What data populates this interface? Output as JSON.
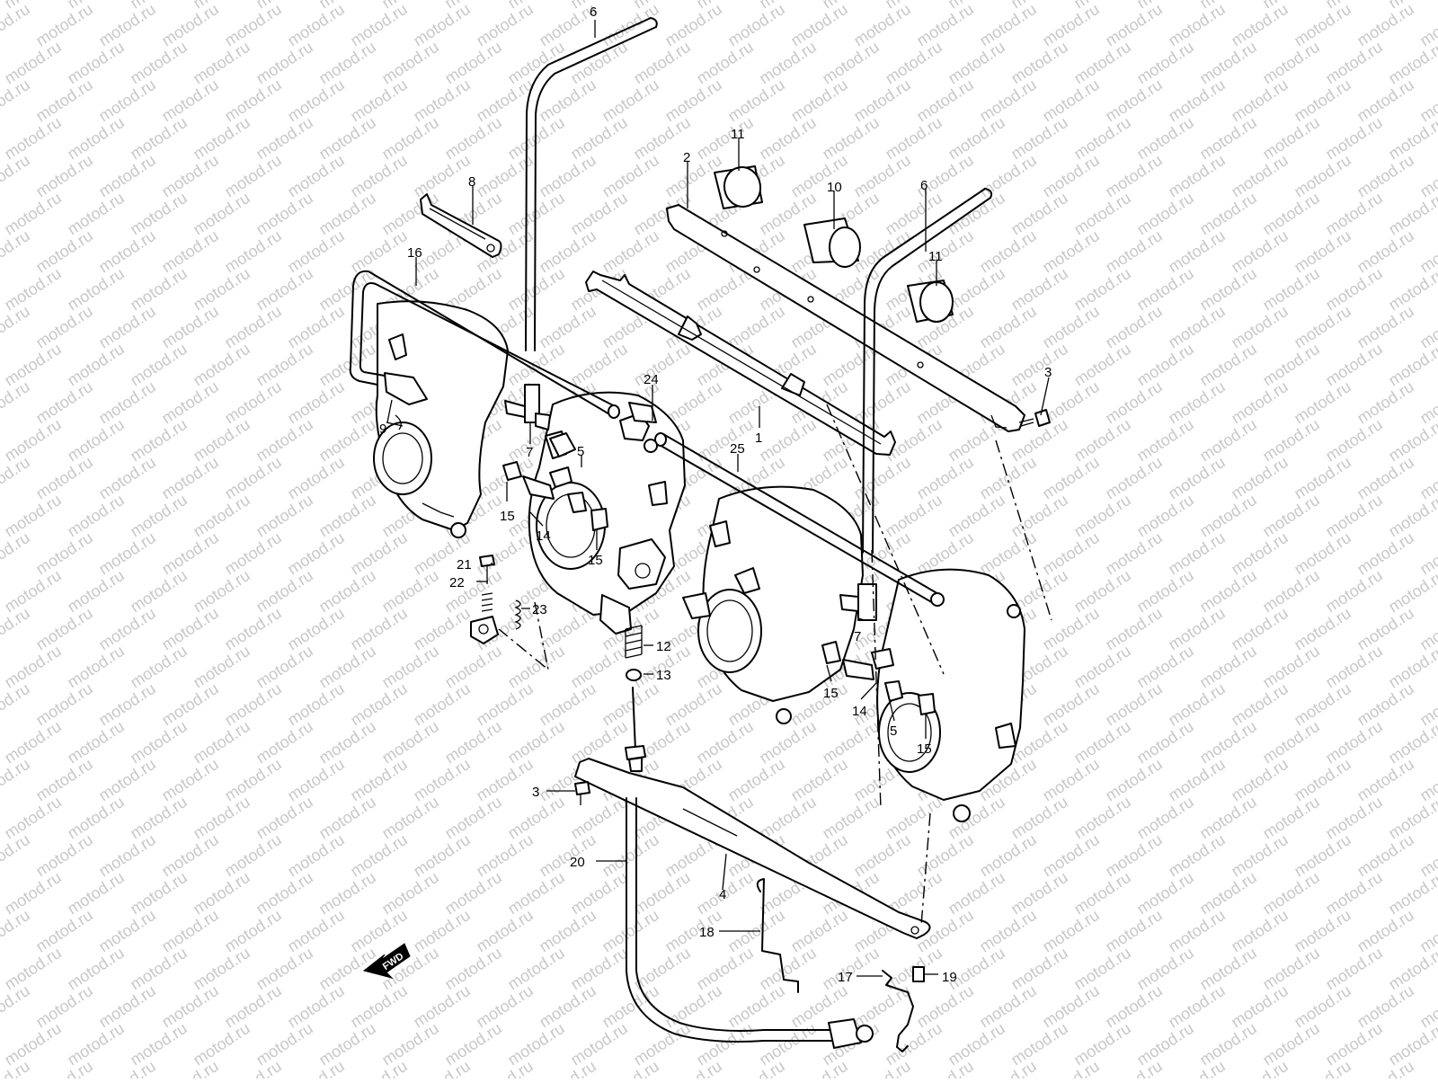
{
  "diagram": {
    "watermark_text": "motod.ru",
    "fwd_label": "FWD",
    "callouts": {
      "c1": "1",
      "c2": "2",
      "c3a": "3",
      "c3b": "3",
      "c4": "4",
      "c5a": "5",
      "c5b": "5",
      "c6a": "6",
      "c6b": "6",
      "c7a": "7",
      "c7b": "7",
      "c8": "8",
      "c9": "9",
      "c10": "10",
      "c11a": "11",
      "c11b": "11",
      "c12": "12",
      "c13": "13",
      "c14a": "14",
      "c14b": "14",
      "c15a": "15",
      "c15b": "15",
      "c15c": "15",
      "c15d": "15",
      "c16": "16",
      "c17": "17",
      "c18": "18",
      "c19": "19",
      "c20": "20",
      "c21": "21",
      "c22": "22",
      "c23": "23",
      "c24": "24",
      "c25": "25"
    }
  }
}
